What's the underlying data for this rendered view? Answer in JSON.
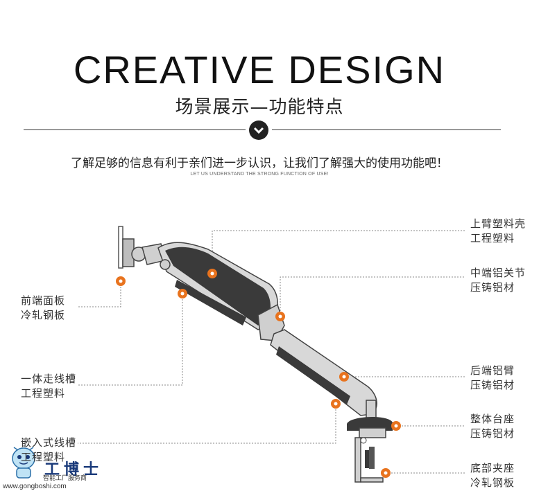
{
  "header": {
    "title": "CREATIVE  DESIGN",
    "subtitle": "场景展示—功能特点",
    "intro": "了解足够的信息有利于亲们进一步认识，让我们了解强大的使用功能吧！",
    "intro_en": "LET US UNDERSTAND THE STRONG FUNCTION OF USE!"
  },
  "labels": {
    "front_panel": [
      "前端面板",
      "冷轧钢板"
    ],
    "cable_channel": [
      "一体走线槽",
      "工程塑料"
    ],
    "embedded_channel": [
      "嵌入式线槽",
      "工程塑料"
    ],
    "upper_arm": [
      "上臂塑料壳",
      "工程塑料"
    ],
    "middle_joint": [
      "中端铝关节",
      "压铸铝材"
    ],
    "rear_arm": [
      "后端铝臂",
      "压铸铝材"
    ],
    "base": [
      "整体台座",
      "压铸铝材"
    ],
    "clamp": [
      "底部夹座",
      "冷轧钢板"
    ]
  },
  "watermark": {
    "brand": "工博士",
    "tagline": "智能工厂服务商",
    "url": "www.gongboshi.com"
  },
  "colors": {
    "marker": "#e8731e",
    "leader": "#888888",
    "arm_dark": "#3a3a3a",
    "arm_light": "#d8d8d8"
  }
}
